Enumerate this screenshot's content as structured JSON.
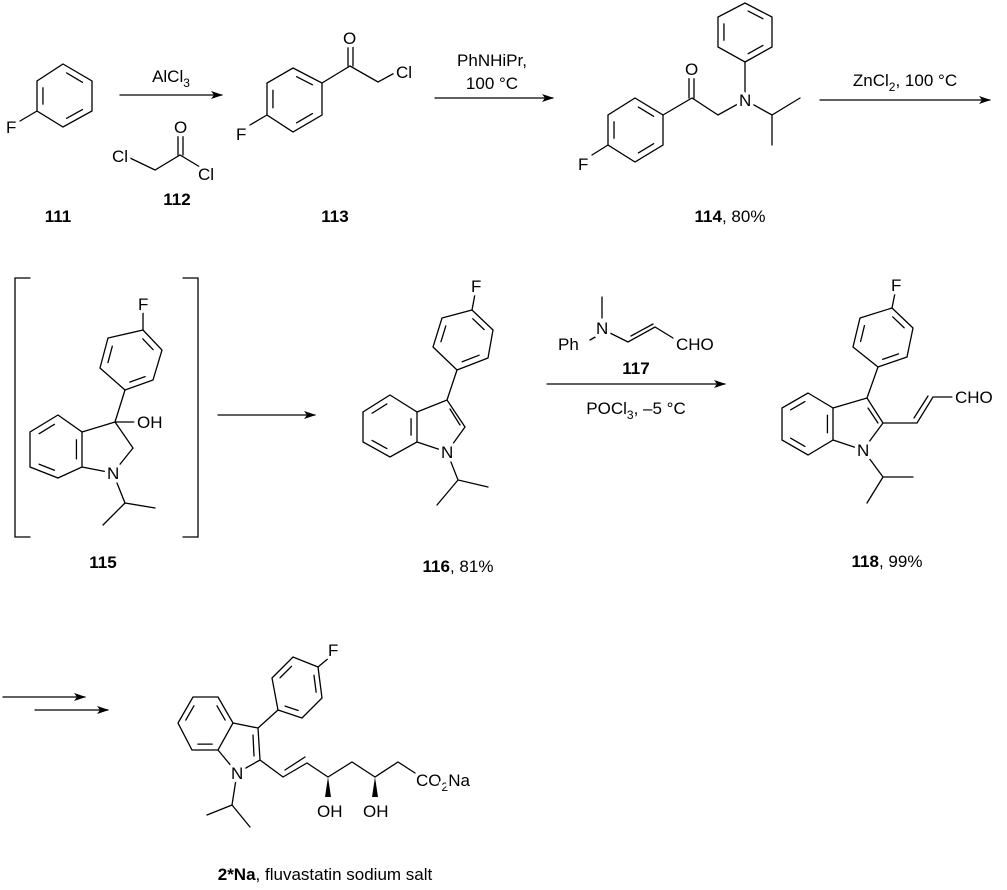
{
  "compounds": {
    "c111": {
      "id": "111"
    },
    "c112": {
      "id": "112"
    },
    "c113": {
      "id": "113"
    },
    "c114": {
      "id": "114",
      "yield": ", 80%"
    },
    "c115": {
      "id": "115"
    },
    "c116": {
      "id": "116",
      "yield": ", 81%"
    },
    "c117": {
      "id": "117"
    },
    "c118": {
      "id": "118",
      "yield": ", 99%"
    },
    "c2na": {
      "id": "2*Na",
      "name": ", fluvastatin sodium salt"
    }
  },
  "atoms": {
    "F": "F",
    "O": "O",
    "Cl": "Cl",
    "N": "N",
    "OH": "OH",
    "Ph": "Ph",
    "CHO": "CHO",
    "CO": "CO",
    "two": "2",
    "Na": "Na"
  },
  "reagents": {
    "step1": {
      "main": "AlCl",
      "sub": "3"
    },
    "step2": {
      "line1": "PhNHiPr,",
      "line2": "100 °C"
    },
    "step3": {
      "main": "ZnCl",
      "sub": "2",
      "rest": ", 100 °C"
    },
    "step5": {
      "main": "POCl",
      "sub": "3",
      "rest": ", –5 °C"
    }
  }
}
